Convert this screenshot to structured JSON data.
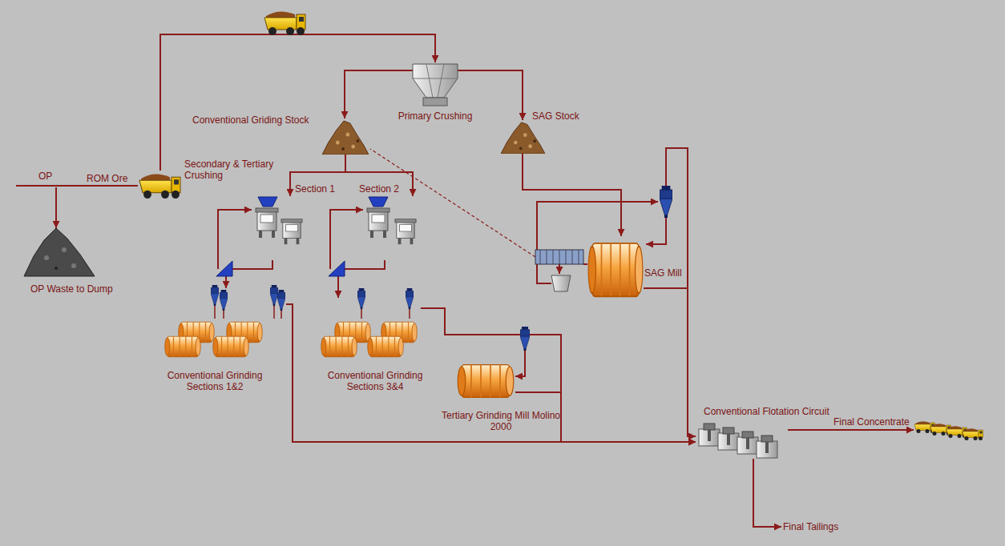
{
  "diagram": {
    "nodes": [
      {
        "text": [
          "OP"
        ]
      },
      {
        "text": [
          "ROM Ore"
        ]
      },
      {
        "text": [
          "OP Waste to Dump"
        ]
      },
      {
        "text": [
          "Primary Crushing"
        ]
      },
      {
        "text": [
          "Conventional Griding Stock"
        ]
      },
      {
        "text": [
          "SAG Stock"
        ]
      },
      {
        "text": [
          "Section 1"
        ]
      },
      {
        "text": [
          "Section 2"
        ]
      },
      {
        "text": [
          "Conventional Grinding Sections 1&2"
        ]
      },
      {
        "text": [
          "Conventional Grinding Sections 3&4"
        ]
      },
      {
        "text": [
          "Tertiary Grinding Mill Molino 2000"
        ]
      },
      {
        "text": [
          "SAG Mill"
        ]
      },
      {
        "text": [
          "Conventional Flotation Circuit"
        ]
      },
      {
        "text": [
          "Final Concentrate"
        ]
      },
      {
        "text": [
          "Final Tailings"
        ]
      }
    ],
    "edges": [
      {
        "from": 0,
        "to": 1,
        "arrow": "none"
      },
      {
        "from": 0,
        "to": 2,
        "arrow": "to"
      },
      {
        "from": 1,
        "to": 3,
        "arrow": "to"
      },
      {
        "from": 3,
        "to": 4,
        "arrow": "to"
      },
      {
        "from": 3,
        "to": 5,
        "arrow": "to"
      },
      {
        "from": 4,
        "to": 6,
        "arrow": "to"
      },
      {
        "from": 4,
        "to": 7,
        "arrow": "to"
      },
      {
        "from": 5,
        "to": 11,
        "arrow": "to"
      },
      {
        "from": 6,
        "to": 8,
        "arrow": "to"
      },
      {
        "from": 7,
        "to": 9,
        "arrow": "to"
      },
      {
        "from": 8,
        "to": 12,
        "arrow": "to"
      },
      {
        "from": 9,
        "to": 10,
        "arrow": "to"
      },
      {
        "from": 9,
        "to": 12,
        "arrow": "to"
      },
      {
        "from": 10,
        "to": 12,
        "arrow": "to"
      },
      {
        "from": 11,
        "to": 12,
        "arrow": "to"
      },
      {
        "from": 12,
        "to": 13,
        "arrow": "to"
      },
      {
        "from": 12,
        "to": 14,
        "arrow": "to"
      }
    ],
    "labels": [
      "Secondary & Tertiary Crushing"
    ]
  }
}
